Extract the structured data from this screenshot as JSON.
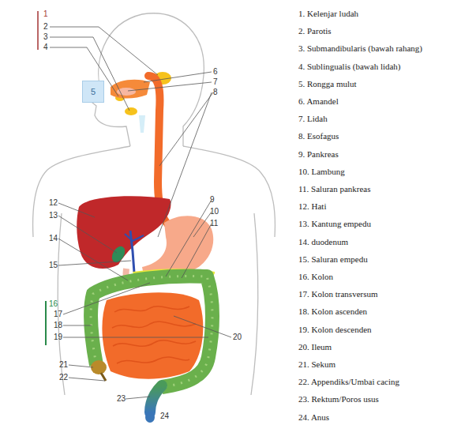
{
  "diagram": {
    "nodes": [
      {
        "text": [
          "5"
        ]
      }
    ],
    "labels": [
      "1",
      "2",
      "3",
      "4",
      "6",
      "7",
      "8",
      "9",
      "10",
      "11",
      "12",
      "13",
      "14",
      "15",
      "16",
      "17",
      "18",
      "19",
      "20",
      "21",
      "22",
      "23",
      "24",
      "1. Kelenjar ludah",
      "2. Parotis",
      "3. Submandibularis (bawah rahang)",
      "4. Sublingualis (bawah lidah)",
      "5. Rongga mulut",
      "6. Amandel",
      "7. Lidah",
      "8. Esofagus",
      "9. Pankreas",
      "10. Lambung",
      "11. Saluran pankreas",
      "12. Hati",
      "13. Kantung empedu",
      "14. duodenum",
      "15. Saluran empedu",
      "16. Kolon",
      "17. Kolon transversum",
      "18. Kolon ascenden",
      "19. Kolon descenden",
      "20. Ileum",
      "21. Sekum",
      "22. Appendiks/Umbai cacing",
      "23. Rektum/Poros usus",
      "24. Anus"
    ]
  }
}
